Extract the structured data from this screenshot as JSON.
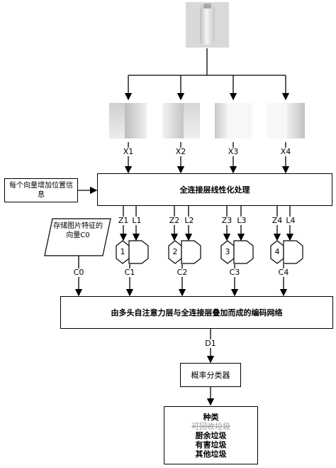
{
  "fc_layer": "全连接层线性化处理",
  "position_note": "每个向量增加位置信息",
  "stored_vector": "存储图片特征的向量C0",
  "encoder": "由多头自注意力层与全连接层叠加而成的编码网络",
  "classifier": "概率分类器",
  "patch_labels": [
    "X1",
    "X2",
    "X3",
    "X4"
  ],
  "z_labels": [
    "Z1",
    "Z2",
    "Z3",
    "Z4"
  ],
  "l_labels": [
    "L1",
    "L2",
    "L3",
    "L4"
  ],
  "module_numbers": [
    "1",
    "2",
    "3",
    "4"
  ],
  "c_labels": [
    "C1",
    "C2",
    "C3",
    "C4"
  ],
  "c0_label": "C0",
  "d1_label": "D1",
  "output": {
    "title": "种类",
    "items": [
      "可回收垃圾",
      "厨余垃圾",
      "有害垃圾",
      "其他垃圾"
    ]
  },
  "colors": {
    "line": "#000000",
    "struck": "#9a9a9a"
  }
}
